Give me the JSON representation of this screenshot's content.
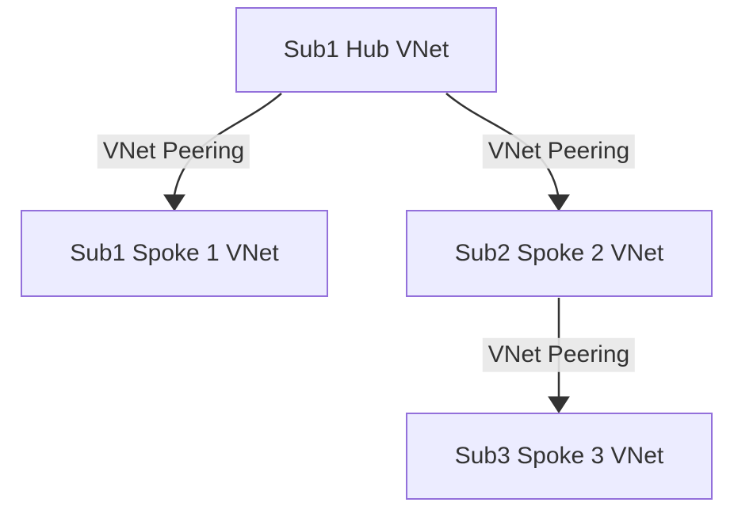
{
  "diagram": {
    "type": "flowchart",
    "nodes": [
      {
        "id": "hub",
        "label": "Sub1 Hub VNet"
      },
      {
        "id": "spoke1",
        "label": "Sub1 Spoke 1 VNet"
      },
      {
        "id": "spoke2",
        "label": "Sub2 Spoke 2 VNet"
      },
      {
        "id": "spoke3",
        "label": "Sub3 Spoke 3 VNet"
      }
    ],
    "edges": [
      {
        "from": "hub",
        "to": "spoke1",
        "label": "VNet Peering"
      },
      {
        "from": "hub",
        "to": "spoke2",
        "label": "VNet Peering"
      },
      {
        "from": "spoke2",
        "to": "spoke3",
        "label": "VNet Peering"
      }
    ],
    "colors": {
      "node_fill": "#ECECFF",
      "node_border": "#9370DB",
      "edge": "#333333",
      "edge_label_bg": "#E8E8E8",
      "text": "#333333",
      "background": "#FFFFFF"
    }
  }
}
